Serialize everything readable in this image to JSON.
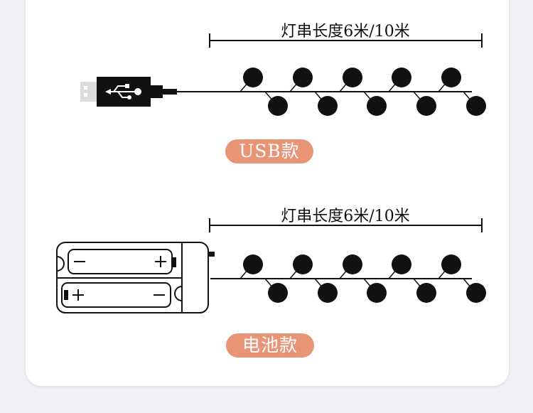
{
  "sections": [
    {
      "length_label": "灯串长度6米/10米",
      "type_label": "USB款",
      "power": "usb-plug"
    },
    {
      "length_label": "灯串长度6米/10米",
      "type_label": "电池款",
      "power": "battery-box"
    }
  ],
  "colors": {
    "accent": "#e89476",
    "ink": "#111111",
    "card": "#ffffff",
    "background": "#f3f0f8"
  },
  "icons": [
    "usb-plug-icon",
    "usb-symbol-icon",
    "battery-box-icon",
    "battery-minus-icon",
    "battery-plus-icon"
  ],
  "bulbs_per_string": 10
}
